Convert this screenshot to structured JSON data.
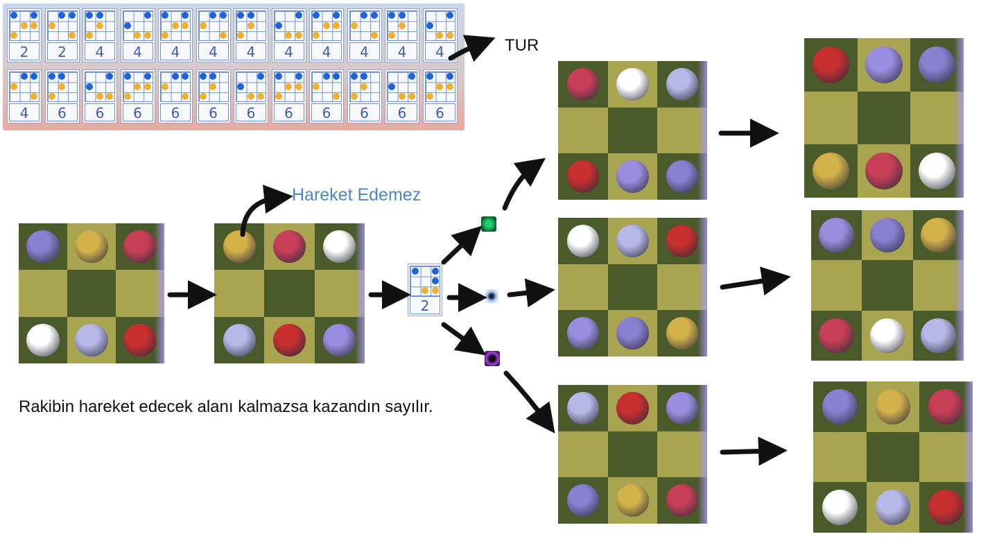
{
  "labels": {
    "tur": "TUR",
    "cannot_move": "Hareket Edemez",
    "rule": "Rakibin hareket edecek alanı kalmazsa kazandın sayılır."
  },
  "cards": {
    "row1": [
      "2",
      "2",
      "4",
      "4",
      "4",
      "4",
      "4",
      "4",
      "4",
      "4",
      "4",
      "4"
    ],
    "row2": [
      "4",
      "6",
      "6",
      "6",
      "6",
      "6",
      "6",
      "6",
      "6",
      "6",
      "6",
      "6"
    ],
    "selected": "2"
  },
  "colors": {
    "grid_blue": "#6c8fd6",
    "dot_blue": "#1f63d8",
    "dot_orange": "#f0b12e",
    "label_blue": "#4a86c8",
    "arrow": "#111111"
  },
  "tokens": [
    "green-token",
    "blue-token",
    "purple-token"
  ]
}
